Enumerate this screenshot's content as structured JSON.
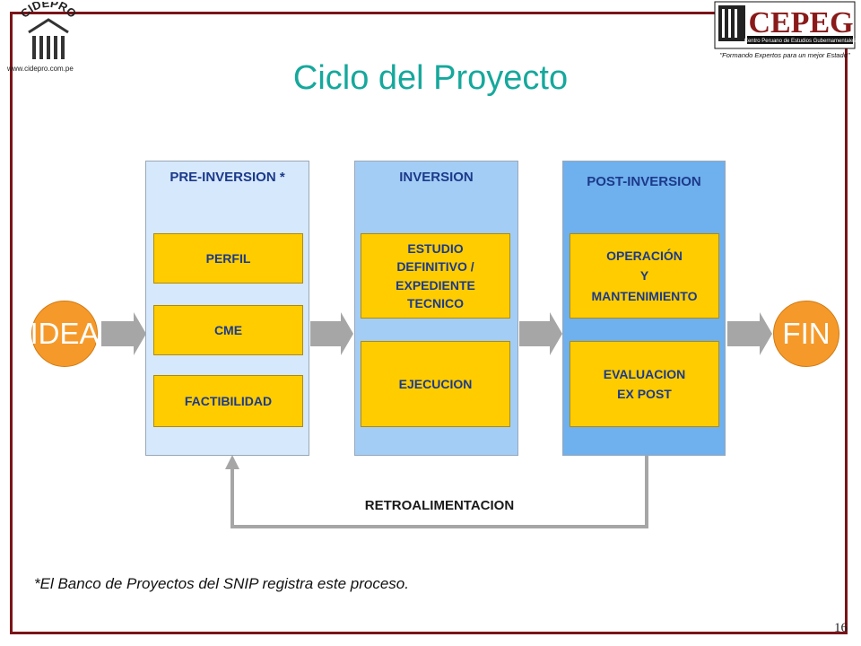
{
  "header": {
    "title": "Ciclo del Proyecto",
    "left_logo_text": "CIDEPRO",
    "left_logo_url": "www.cidepro.com.pe",
    "right_logo_text": "CEPEG",
    "right_logo_subtitle": "Centro Peruano de Estudios Gubernamentales",
    "right_logo_tagline": "\"Formando Expertos para un mejor Estado\""
  },
  "diagram": {
    "start": "IDEA",
    "end": "FIN",
    "phases": [
      {
        "label": "PRE-INVERSION *",
        "color": "#d6e8fb",
        "boxes": [
          "PERFIL",
          "CME",
          "FACTIBILIDAD"
        ]
      },
      {
        "label": "INVERSION",
        "color": "#a3cdf5",
        "boxes": [
          "ESTUDIO\nDEFINITIVO /\nEXPEDIENTE\nTECNICO",
          "EJECUCION"
        ]
      },
      {
        "label": "POST-INVERSION",
        "color": "#6fb0ee",
        "boxes": [
          "OPERACIÓN\nY\nMANTENIMIENTO",
          "EVALUACION\nEX POST"
        ]
      }
    ],
    "feedback_label": "RETROALIMENTACION"
  },
  "footnote": "*El Banco de Proyectos del SNIP registra este proceso.",
  "page_number": "16",
  "colors": {
    "title": "#16a89c",
    "frame": "#7a1418",
    "box": "#ffcc00",
    "circle": "#f59a2a",
    "arrow": "#a6a6a6"
  }
}
